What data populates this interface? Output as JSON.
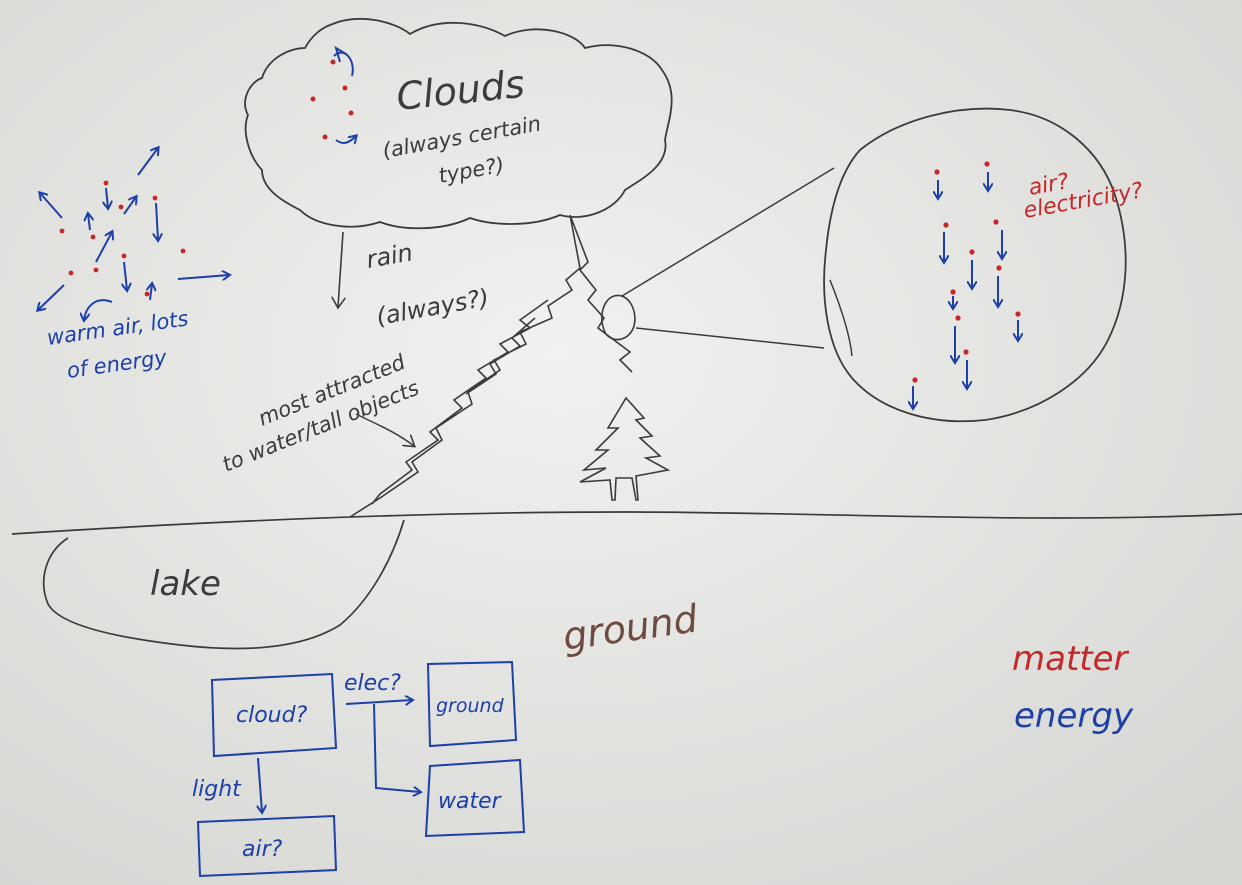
{
  "colors": {
    "paper_light": "#f1f1ef",
    "paper_dark": "#d6d6d3",
    "pencil": "#3b3b3b",
    "energy_blue": "#1c3fa8",
    "matter_red": "#c62828",
    "ground_brown": "#6e4a40"
  },
  "labels": {
    "clouds": "Clouds",
    "clouds_note_line1": "(always certain",
    "clouds_note_line2": "type?)",
    "rain_line1": "rain",
    "rain_line2": "(always?)",
    "attracted_line1": "most attracted",
    "attracted_line2": "to water/tall objects",
    "warm_air_line1": "warm air, lots",
    "warm_air_line2": "of energy",
    "zoom_note_line1": "air?",
    "zoom_note_line2": "electricity?",
    "lake": "lake",
    "ground": "ground"
  },
  "legend": {
    "matter": "matter",
    "energy": "energy"
  },
  "flow": {
    "cloud": "cloud?",
    "ground": "ground",
    "water": "water",
    "air": "air?",
    "elec_label": "elec?",
    "light_label": "light"
  }
}
